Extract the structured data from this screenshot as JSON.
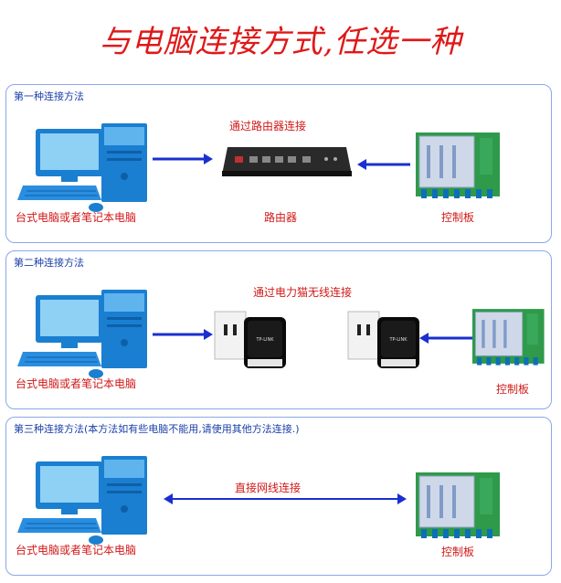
{
  "title": "与电脑连接方式,任选一种",
  "colors": {
    "title": "#e01818",
    "panel_border": "#8aa8e8",
    "heading": "#1a3fa8",
    "label": "#d21818",
    "arrow": "#1a2fd0"
  },
  "sections": [
    {
      "heading": "第一种连接方法",
      "computer_label": "台式电脑或者笔记本电脑",
      "middle_caption": "通过路由器连接",
      "middle_label": "路由器",
      "board_label": "控制板"
    },
    {
      "heading": "第二种连接方法",
      "computer_label": "台式电脑或者笔记本电脑",
      "middle_caption": "通过电力猫无线连接",
      "board_label": "控制板"
    },
    {
      "heading": "第三种连接方法(本方法如有些电脑不能用,请使用其他方法连接.)",
      "computer_label": "台式电脑或者笔记本电脑",
      "middle_caption": "直接网线连接",
      "board_label": "控制板"
    }
  ],
  "icons": {
    "computer": "desktop-computer-icon",
    "router": "router-icon",
    "powerline": "powerline-adapter-icon",
    "board": "control-board-icon"
  }
}
